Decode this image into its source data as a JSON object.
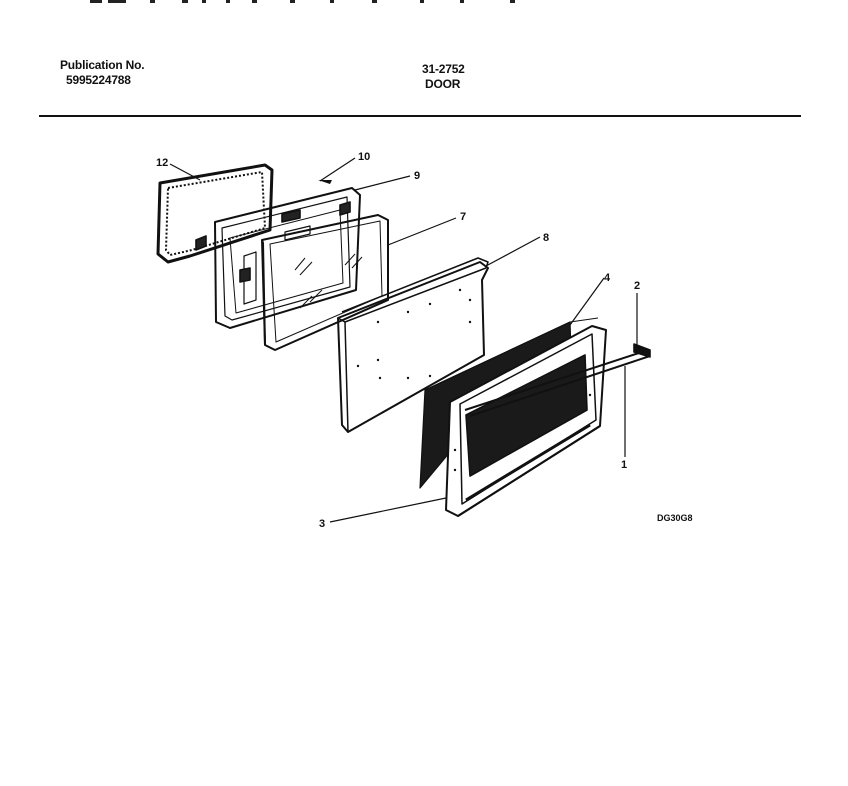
{
  "header": {
    "publication_label": "Publication No.",
    "publication_number": "5995224788",
    "document_number": "31-2752",
    "section_title": "DOOR"
  },
  "callouts": [
    "12",
    "10",
    "9",
    "7",
    "8",
    "4",
    "2",
    "1",
    "3"
  ],
  "diagram_code": "DG30G8"
}
